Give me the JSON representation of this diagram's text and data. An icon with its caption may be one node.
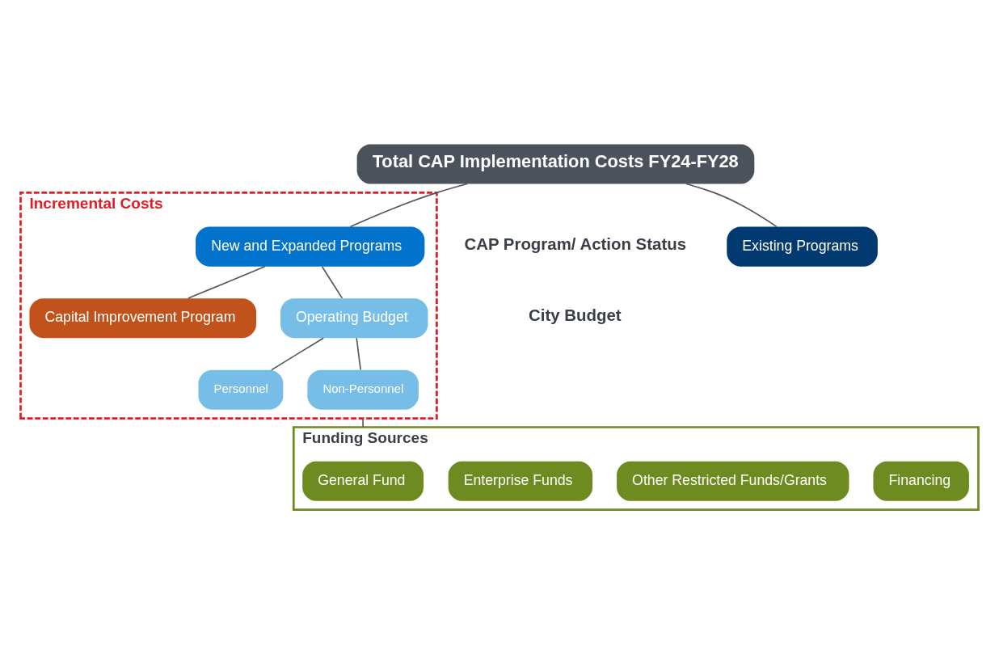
{
  "diagram": {
    "nodes": [
      {
        "text": [
          "Total CAP Implementation Costs FY24-FY28"
        ]
      },
      {
        "text": [
          "Existing Programs"
        ]
      },
      {
        "text": [
          "Incremental Costs"
        ]
      },
      {
        "text": [
          "New and Expanded Programs"
        ],
        "in": 2
      },
      {
        "text": [
          "Capital Improvement Program"
        ],
        "in": 2
      },
      {
        "text": [
          "Operating Budget"
        ],
        "in": 2
      },
      {
        "text": [
          "Personnel"
        ],
        "in": 2
      },
      {
        "text": [
          "Non-Personnel"
        ],
        "in": 2
      },
      {
        "text": [
          "Funding Sources"
        ]
      },
      {
        "text": [
          "General Fund"
        ],
        "in": 8
      },
      {
        "text": [
          "Enterprise Funds"
        ],
        "in": 8
      },
      {
        "text": [
          "Other Restricted Funds/Grants"
        ],
        "in": 8
      },
      {
        "text": [
          "Financing"
        ],
        "in": 8
      }
    ],
    "edges": [
      {
        "from": 0,
        "to": 1,
        "arrow": "none"
      },
      {
        "from": 0,
        "to": 3,
        "arrow": "none"
      },
      {
        "from": 3,
        "to": 4,
        "arrow": "none"
      },
      {
        "from": 3,
        "to": 5,
        "arrow": "none"
      },
      {
        "from": 5,
        "to": 6,
        "arrow": "none"
      },
      {
        "from": 5,
        "to": 7,
        "arrow": "none"
      },
      {
        "from": 2,
        "to": 8,
        "arrow": "none"
      }
    ],
    "labels": [
      "CAP Program/ Action Status",
      "City Budget"
    ]
  }
}
